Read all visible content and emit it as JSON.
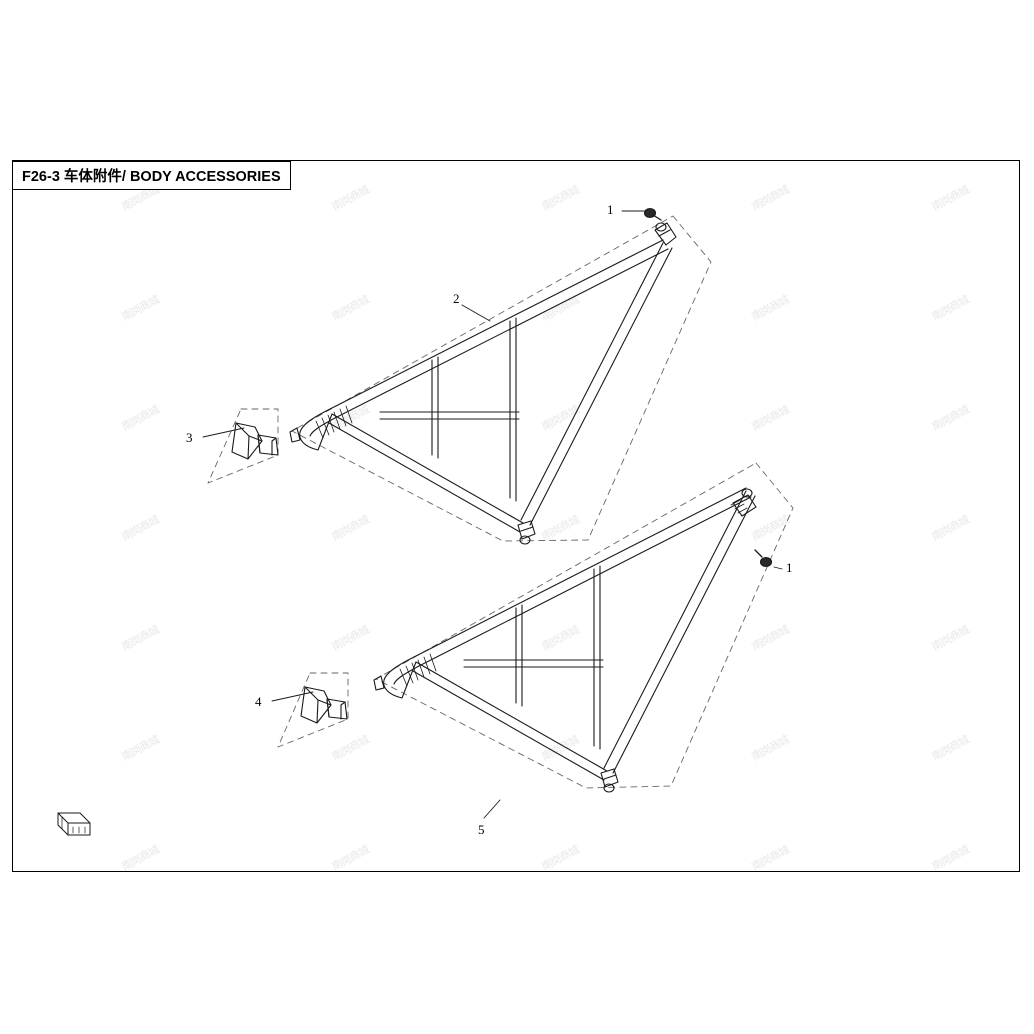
{
  "page": {
    "background_color": "#ffffff",
    "border_color": "#000000"
  },
  "header": {
    "title": "F26-3 车体附件/ BODY ACCESSORIES"
  },
  "watermark": {
    "text": "南岗商城",
    "color": "#e8e8e8"
  },
  "callouts": [
    {
      "id": "callout-1-top",
      "label": "1"
    },
    {
      "id": "callout-2",
      "label": "2"
    },
    {
      "id": "callout-3",
      "label": "3"
    },
    {
      "id": "callout-1-bottom",
      "label": "1"
    },
    {
      "id": "callout-4",
      "label": "4"
    },
    {
      "id": "callout-5",
      "label": "5"
    }
  ],
  "diagram": {
    "type": "exploded-parts-diagram",
    "description": "Two net door / tube frame assemblies with mirror detail insets",
    "line_color": "#1a1a1a",
    "dash_color": "#555555",
    "parts": [
      {
        "number": "1",
        "name": "bolt-fastener",
        "position": "upper-right of top assembly"
      },
      {
        "number": "2",
        "name": "upper-door-frame-assembly",
        "position": "upper assembly"
      },
      {
        "number": "3",
        "name": "mirror-bracket-inset-upper",
        "position": "left of upper assembly"
      },
      {
        "number": "1",
        "name": "bolt-fastener",
        "position": "right of lower assembly"
      },
      {
        "number": "4",
        "name": "mirror-bracket-inset-lower",
        "position": "left of lower assembly"
      },
      {
        "number": "5",
        "name": "lower-door-frame-assembly",
        "position": "lower assembly"
      }
    ]
  },
  "footer_icon": {
    "name": "page-corner-icon"
  }
}
